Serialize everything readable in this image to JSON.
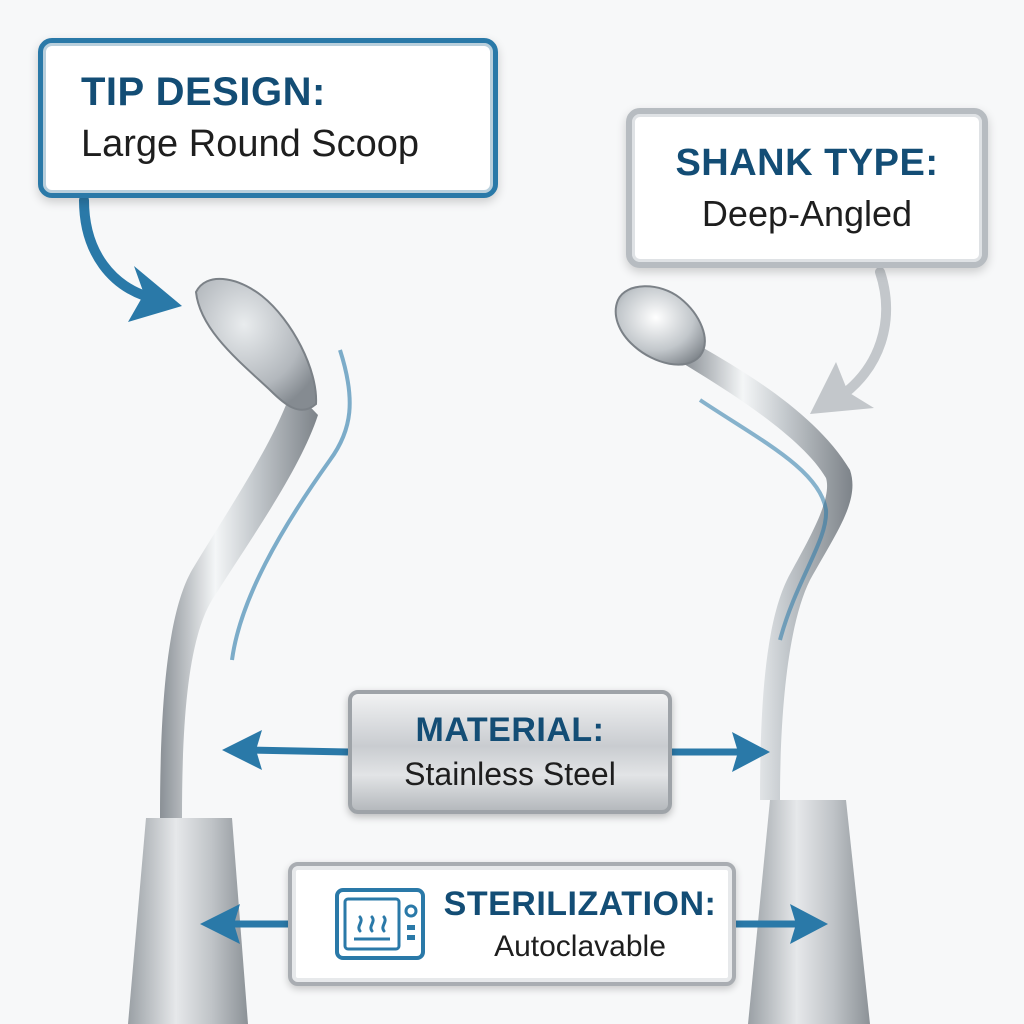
{
  "callouts": {
    "tip": {
      "title": "TIP DESIGN:",
      "value": "Large Round Scoop"
    },
    "shank": {
      "title": "SHANK TYPE:",
      "value": "Deep-Angled"
    },
    "material": {
      "title": "MATERIAL:",
      "value": "Stainless Steel"
    },
    "sterilization": {
      "title": "STERILIZATION:",
      "value": "Autoclavable",
      "icon": "autoclave-icon"
    }
  },
  "colors": {
    "accent_blue": "#2a79a8",
    "title_navy": "#134d75",
    "steel": "#b7bcc1"
  }
}
